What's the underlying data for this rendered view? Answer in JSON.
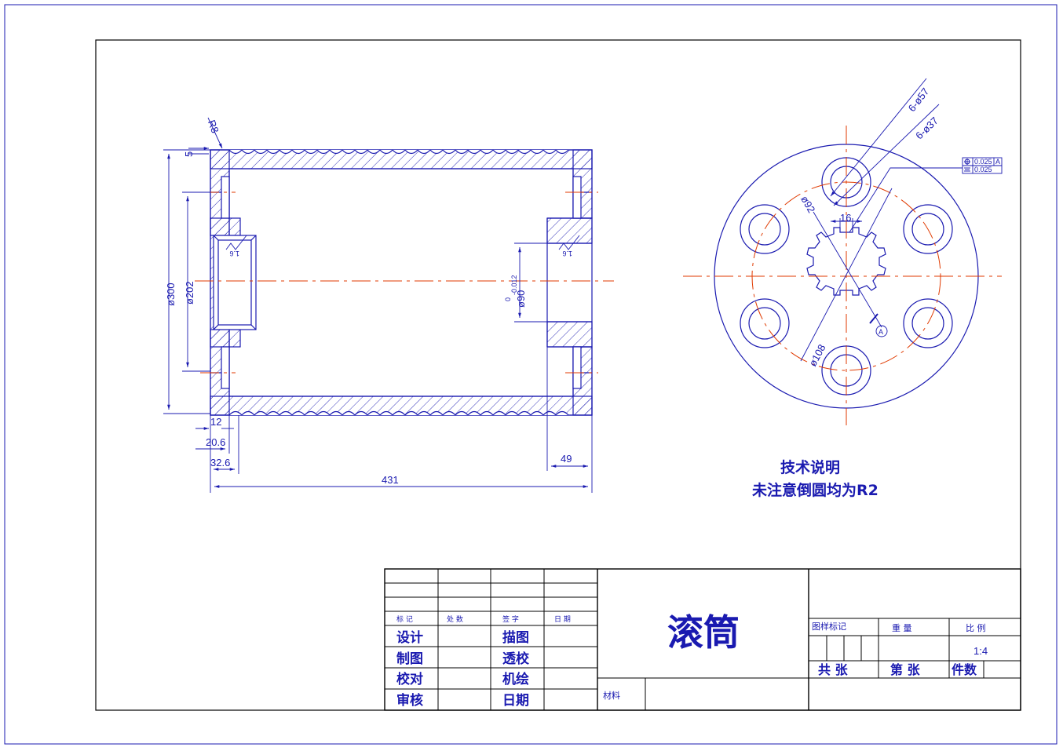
{
  "colors": {
    "outline": "#1a1ab0",
    "centerline": "#e03a00",
    "hatch": "#1a1ab0",
    "background": "#ffffff"
  },
  "front_view": {
    "dims": {
      "r_groove": "R8",
      "groove_depth": "5",
      "dia_outer": "ø300",
      "dia_bore": "ø202",
      "roughness_left": "1.6",
      "roughness_right": "1.6",
      "dia_shaft": "ø90",
      "shaft_tol_upper": "0",
      "shaft_tol_lower": "-0.012",
      "wall_left": "12",
      "hub_a": "20.6",
      "hub_b": "32.6",
      "hub_right": "49",
      "total_length": "431"
    }
  },
  "side_view": {
    "dims": {
      "holes_a": "6-ø57",
      "holes_b": "6-ø37",
      "pcd_a": "ø92",
      "key_width": "16",
      "pcd_b": "ø108",
      "datum": "A",
      "tol_position": "0.025",
      "tol_symmetry": "0.025",
      "tol_datum": "A"
    }
  },
  "notes": {
    "heading": "技术说明",
    "line1": "未注意倒圆均为R2"
  },
  "title_block": {
    "part_name": "滚筒",
    "col_headers": [
      "标 记",
      "处 数",
      "签 字",
      "日 期"
    ],
    "roles_left": [
      "设计",
      "制图",
      "校对",
      "审核"
    ],
    "roles_right": [
      "描图",
      "透校",
      "机绘",
      "日期"
    ],
    "material_label": "材料",
    "sheet_mark_label": "图样标记",
    "weight_label": "重 量",
    "scale_label": "比 例",
    "scale_value": "1:4",
    "total_sheets": "共  张",
    "sheet_no": "第  张",
    "count_label": "件数"
  }
}
